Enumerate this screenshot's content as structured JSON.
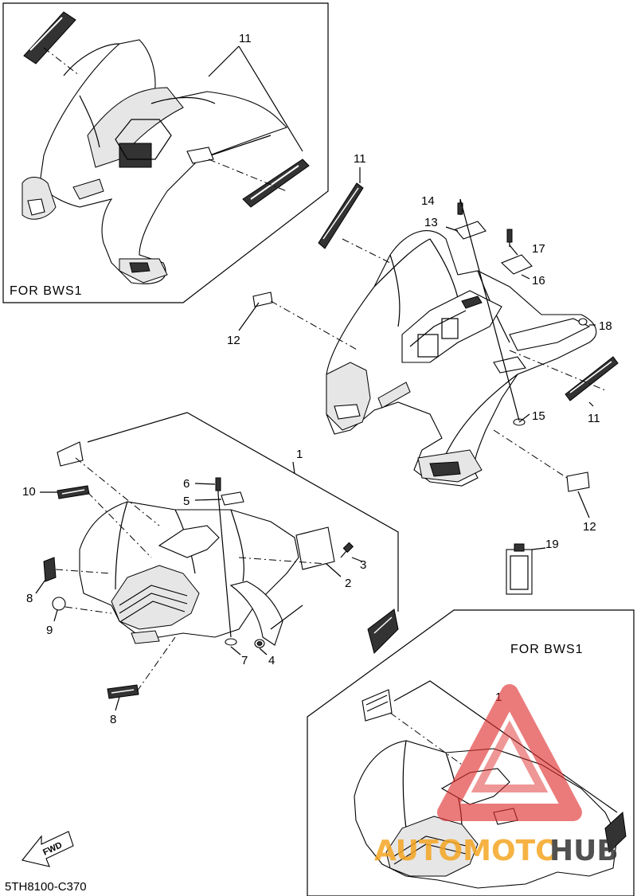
{
  "insets": {
    "top_left_caption": "FOR  BWS1",
    "bottom_right_caption": "FOR  BWS1"
  },
  "callouts": {
    "c11_inset": "11",
    "c11_top": "11",
    "c11_right": "11",
    "c12_left": "12",
    "c12_right": "12",
    "c13": "13",
    "c14": "14",
    "c15": "15",
    "c16": "16",
    "c17": "17",
    "c18": "18",
    "c19": "19",
    "c1_main": "1",
    "c1_inset": "1",
    "c2": "2",
    "c3": "3",
    "c4": "4",
    "c5": "5",
    "c6": "6",
    "c7": "7",
    "c8_upper": "8",
    "c8_lower": "8",
    "c9": "9",
    "c10": "10"
  },
  "fwd_label": "FWD",
  "diagram_code": "5TH8100-C370",
  "watermark": {
    "part1": "AUTOMOTO",
    "part2": "HUB",
    "color_orange": "#f5a623",
    "color_dark": "#333333",
    "color_red": "#e03030"
  }
}
